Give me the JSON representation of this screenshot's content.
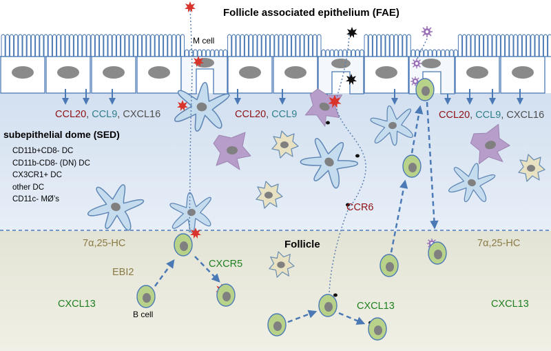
{
  "labels": {
    "title": "Follicle associated epithelium (FAE)",
    "m_cell": "M cell",
    "sed_title": "subepithelial dome (SED)",
    "dc_types": [
      "CD11b+CD8- DC",
      "CD11b-CD8- (DN) DC",
      "CX3CR1+ DC",
      "other DC",
      "CD11c- MØ’s"
    ],
    "follicle": "Follicle",
    "b_cell": "B cell",
    "ebi2": "EBI2",
    "cxcr5": "CXCR5",
    "ccr6": "CCR6",
    "hc_left": "7α,25-HC",
    "hc_right": "7α,25-HC",
    "cxcl13_left": "CXCL13",
    "cxcl13_mid": "CXCL13",
    "cxcl13_right": "CXCL13"
  },
  "chemokines": {
    "left": {
      "ccl20": "CCL20",
      "ccl9": "CCL9",
      "cxcl16": "CXCL16"
    },
    "middle": {
      "ccl20": "CCL20",
      "ccl9": "CCL9"
    },
    "right": {
      "ccl20": "CCL20",
      "ccl9": "CCL9",
      "cxcl16": "CXCL16"
    },
    "separator": ", "
  },
  "colors": {
    "epithelium_border": "#4a79b5",
    "sed_background": "#dde7f3",
    "follicle_background": "#e8e8dc",
    "dendritic_cell": "#c4dcee",
    "purple_cell": "#b79dc9",
    "tan_cell": "#e9e2c2",
    "b_cell": "#b9d28a",
    "nucleus": "#808080",
    "arrow": "#4a79b5",
    "red_particle": "#d9342b",
    "black_particle": "#111111",
    "purple_particle": "#9a72b8"
  }
}
